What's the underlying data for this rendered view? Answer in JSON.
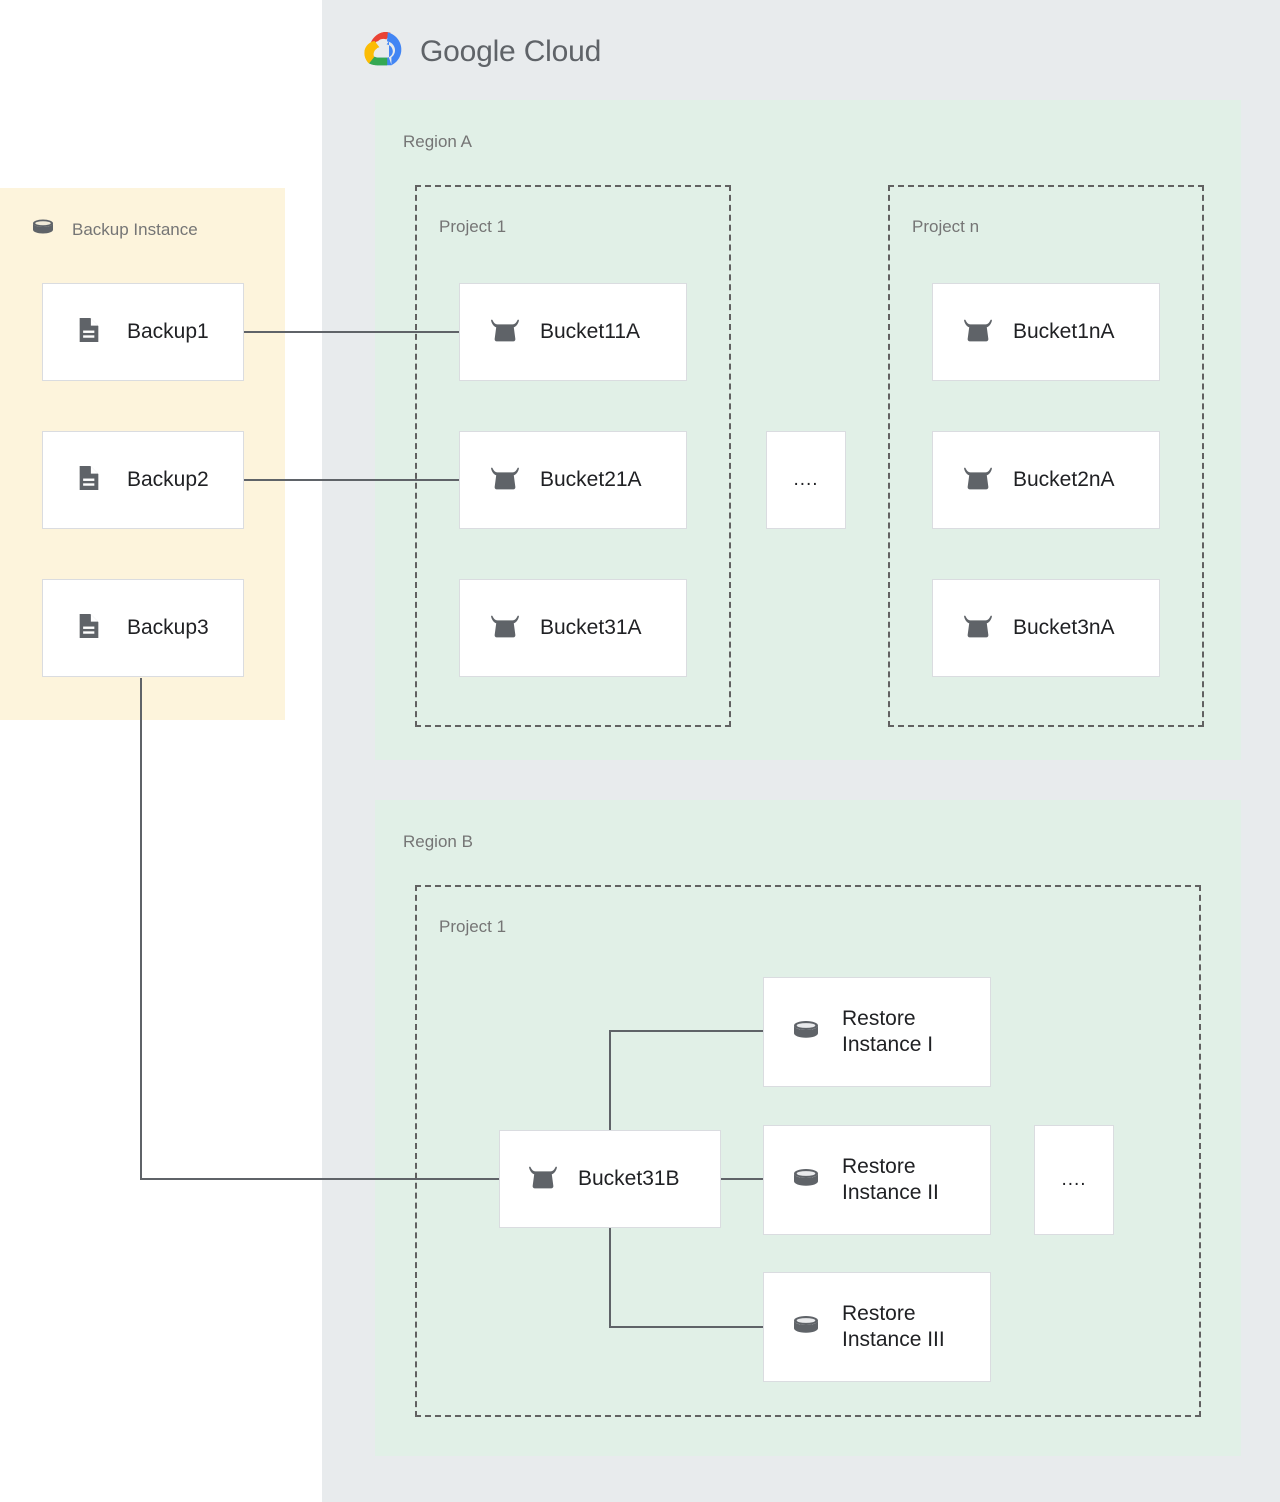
{
  "cloud": {
    "brand_word_1": "Google",
    "brand_word_2": "Cloud",
    "logo_colors": {
      "red": "#EA4335",
      "blue": "#4285F4",
      "yellow": "#FBBC05",
      "green": "#34A853"
    },
    "panel_bg": "#e8ebed"
  },
  "backup_instance": {
    "title": "Backup Instance",
    "bg": "#fdf4dc",
    "items": [
      {
        "label": "Backup1"
      },
      {
        "label": "Backup2"
      },
      {
        "label": "Backup3"
      }
    ]
  },
  "regions": [
    {
      "label": "Region A",
      "bg": "#e1f0e7",
      "projects": [
        {
          "label": "Project 1",
          "buckets": [
            {
              "label": "Bucket11A"
            },
            {
              "label": "Bucket21A"
            },
            {
              "label": "Bucket31A"
            }
          ]
        },
        {
          "label": "Project n",
          "buckets": [
            {
              "label": "Bucket1nA"
            },
            {
              "label": "Bucket2nA"
            },
            {
              "label": "Bucket3nA"
            }
          ]
        }
      ],
      "ellipsis": "...."
    },
    {
      "label": "Region B",
      "bg": "#e1f0e7",
      "projects": [
        {
          "label": "Project 1",
          "bucket": {
            "label": "Bucket31B"
          },
          "restore_instances": [
            {
              "label": "Restore\nInstance I"
            },
            {
              "label": "Restore\nInstance II"
            },
            {
              "label": "Restore\nInstance III"
            }
          ],
          "ellipsis": "...."
        }
      ]
    }
  ],
  "connections": [
    {
      "from": "Backup1",
      "to": "Bucket11A"
    },
    {
      "from": "Backup2",
      "to": "Bucket21A"
    },
    {
      "from": "Backup3",
      "to": "Bucket31B"
    },
    {
      "from": "Bucket31B",
      "to": "Restore Instance I"
    },
    {
      "from": "Bucket31B",
      "to": "Restore Instance II"
    },
    {
      "from": "Bucket31B",
      "to": "Restore Instance III"
    }
  ],
  "style": {
    "connector_color": "#5f6368",
    "node_border": "#dadce0",
    "icon_color": "#5f6368",
    "label_color": "#757575",
    "text_color": "#202124"
  }
}
